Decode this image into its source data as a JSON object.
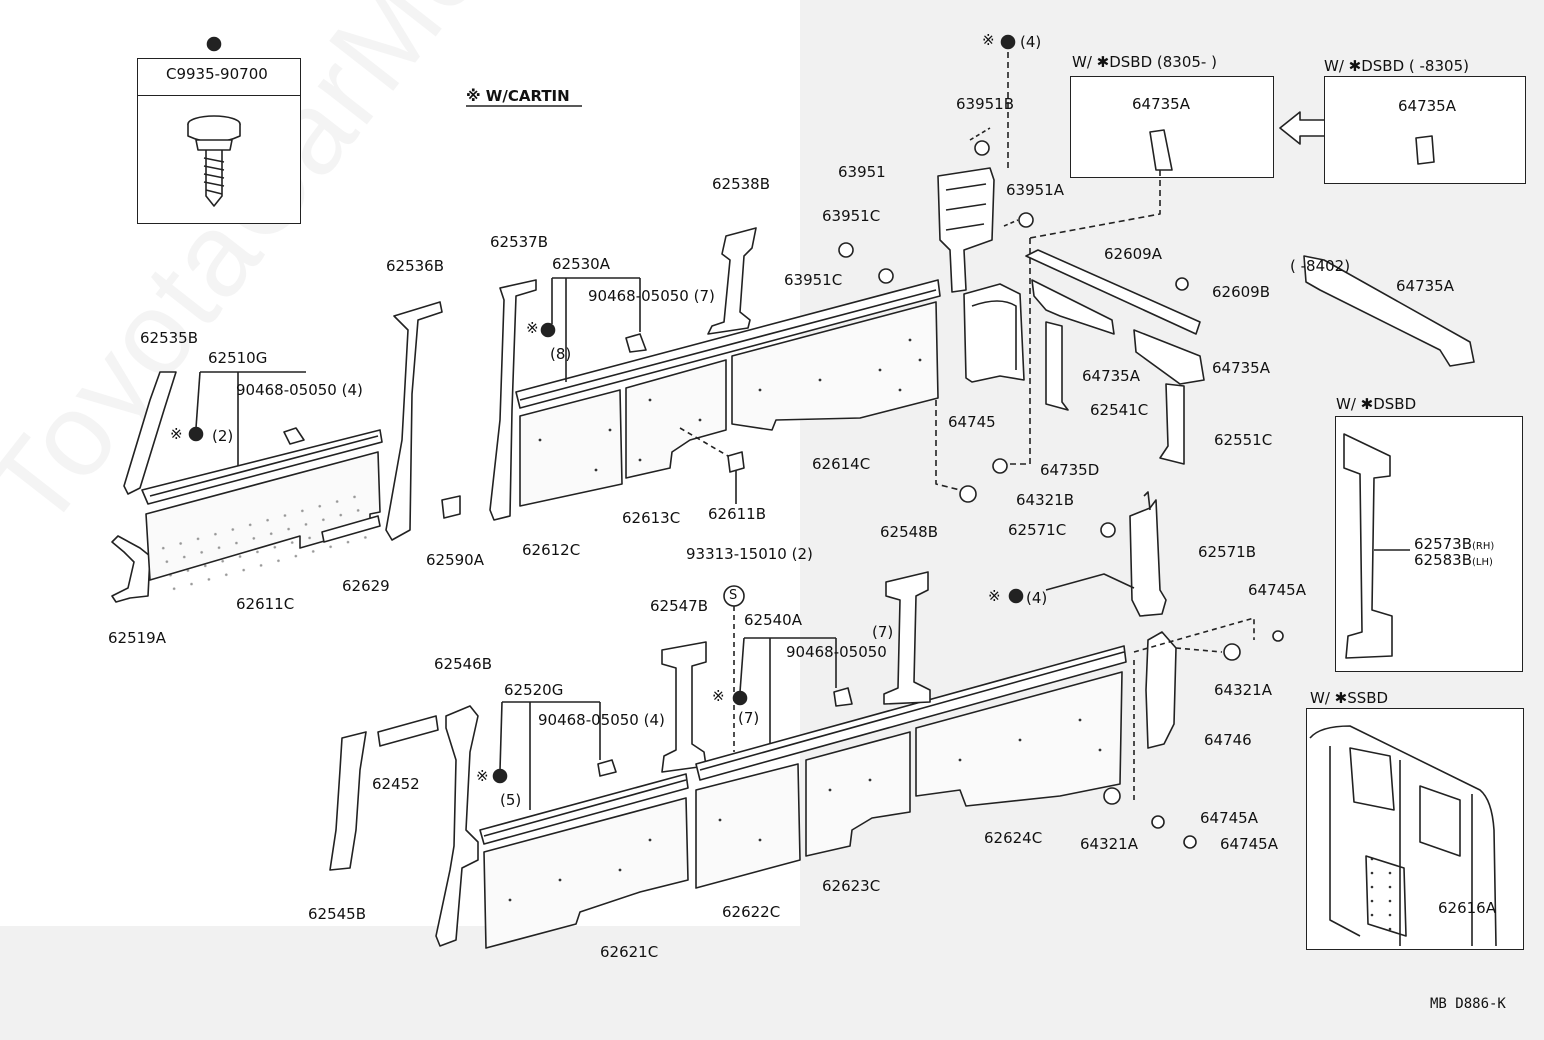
{
  "watermark": "ToyotaCarMe.ru",
  "diagram_code": "MB D886-K",
  "legend": {
    "cartin": "※ W/CARTIN",
    "screw_part": "C9935-90700"
  },
  "boxes": {
    "dsbd_new": "W/ ✱DSBD (8305-      )",
    "dsbd_old": "W/ ✱DSBD (      -8305)",
    "range_8402": "(      -8402)",
    "dsbd": "W/  ✱DSBD",
    "ssbd": "W/ ✱SSBD"
  },
  "parts": {
    "p63951B": "63951B",
    "p63951": "63951",
    "p63951A": "63951A",
    "p63951C_a": "63951C",
    "p63951C_b": "63951C",
    "p64745": "64745",
    "p64735D": "64735D",
    "p64321B": "64321B",
    "p62609A": "62609A",
    "p62609B": "62609B",
    "p64735A_main1": "64735A",
    "p64735A_main2": "64735A",
    "p62541C": "62541C",
    "p62551C": "62551C",
    "p64735A_b1": "64735A",
    "p64735A_b2": "64735A",
    "p64735A_b3": "64735A",
    "p62538B": "62538B",
    "p62537B": "62537B",
    "p62530A": "62530A",
    "p90468_7a": "90468-05050 (7)",
    "p8": "(8)",
    "p62614C": "62614C",
    "p62612C": "62612C",
    "p62613C": "62613C",
    "p62611B": "62611B",
    "p62536B": "62536B",
    "p62535B": "62535B",
    "p62510G": "62510G",
    "p90468_4a": "90468-05050 (4)",
    "p2": "(2)",
    "p62519A": "62519A",
    "p62611C": "62611C",
    "p62629": "62629",
    "p62590A": "62590A",
    "p93313": "93313-15010 (2)",
    "p62548B": "62548B",
    "p62547B": "62547B",
    "p62540A": "62540A",
    "p90468_7b": "90468-05050",
    "p7b": "(7)",
    "p7c": "(7)",
    "p62546B": "62546B",
    "p62520G": "62520G",
    "p90468_4b": "90468-05050 (4)",
    "p5": "(5)",
    "p62452": "62452",
    "p62545B": "62545B",
    "p62621C": "62621C",
    "p62622C": "62622C",
    "p62623C": "62623C",
    "p62624C": "62624C",
    "p62571C": "62571C",
    "p62571B": "62571B",
    "p4a": "(4)",
    "p4b": "(4)",
    "p64745A_a": "64745A",
    "p64321A_a": "64321A",
    "p64746": "64746",
    "p64745A_b": "64745A",
    "p64745A_c": "64745A",
    "p64321A_b": "64321A",
    "p62573B": "62573B",
    "p62573B_rh": "(RH)",
    "p62583B": "62583B",
    "p62583B_lh": "(LH)",
    "p62616A": "62616A"
  },
  "colors": {
    "line": "#222222",
    "fill": "#ffffff",
    "panel_fill": "#fafafa"
  }
}
